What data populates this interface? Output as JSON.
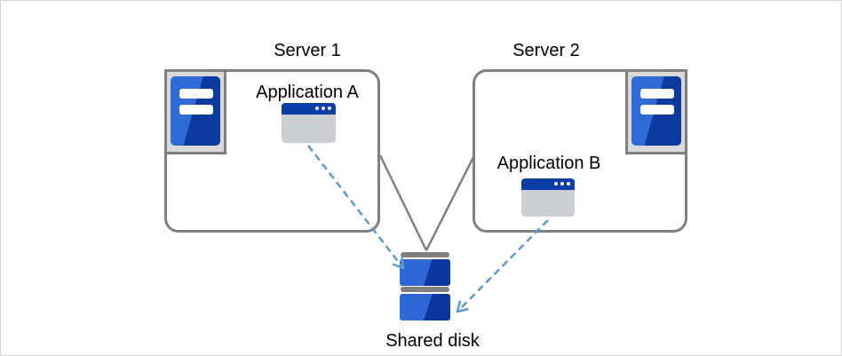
{
  "diagram": {
    "type": "architecture-diagram",
    "nodes": {
      "server1": {
        "label": "Server 1",
        "icon": "server-tower-icon"
      },
      "server2": {
        "label": "Server 2",
        "icon": "server-tower-icon"
      },
      "app_a": {
        "label": "Application A",
        "icon": "app-window-icon"
      },
      "app_b": {
        "label": "Application B",
        "icon": "app-window-icon"
      },
      "shared_disk": {
        "label": "Shared disk",
        "icon": "disk-stack-icon"
      }
    },
    "edges": [
      {
        "from": "server1",
        "to": "shared_disk",
        "style": "solid-line"
      },
      {
        "from": "server2",
        "to": "shared_disk",
        "style": "solid-line"
      },
      {
        "from": "app_a",
        "to": "shared_disk",
        "style": "dashed-arrow"
      },
      {
        "from": "app_b",
        "to": "shared_disk",
        "style": "dashed-arrow"
      }
    ],
    "colors": {
      "box_border_gray": "#808080",
      "icon_tray_gray": "#d9d9d9",
      "blue_light": "#2e6bd5",
      "blue_dark": "#0c3aa0",
      "titlebar_blue": "#0b3ea6",
      "window_body_gray": "#cbced3",
      "dashed_arrow_blue": "#5b9bd5",
      "connector_gray": "#808080",
      "text": "#000000",
      "canvas_border": "#d4d4d4",
      "background": "#ffffff"
    }
  }
}
